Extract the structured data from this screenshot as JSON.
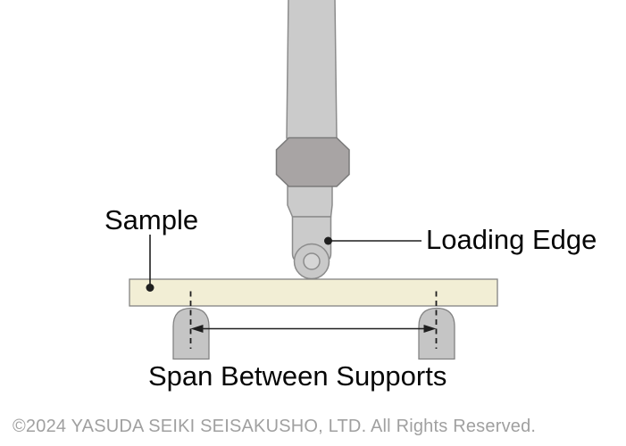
{
  "diagram": {
    "labels": {
      "sample": "Sample",
      "loading_edge": "Loading Edge",
      "span_between_supports": "Span Between Supports"
    },
    "colors": {
      "shaft_fill": "#cbcbcb",
      "nut_fill": "#a8a4a4",
      "roller_fill": "#c9c9c9",
      "roller_hub_fill": "#d6d6d6",
      "sample_fill": "#f2eed5",
      "support_fill": "#c5c5c5",
      "annotation": "#1f1f1f"
    }
  },
  "footer": {
    "copyright": "©2024 YASUDA SEIKI SEISAKUSHO, LTD. All Rights Reserved."
  }
}
